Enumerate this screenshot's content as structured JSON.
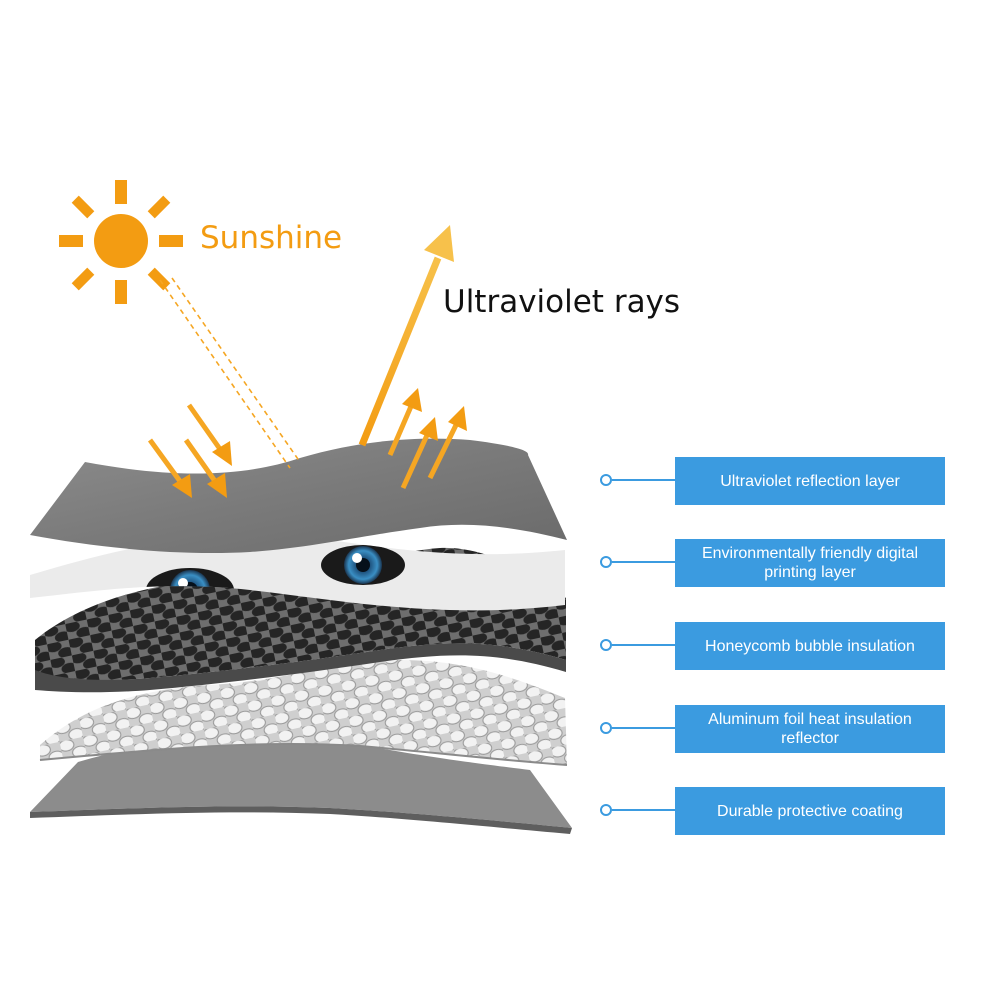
{
  "sun": {
    "label": "Sunshine",
    "color": "#f39c12"
  },
  "uv": {
    "label": "Ultraviolet rays"
  },
  "label_color": "#3b9be0",
  "layers": [
    {
      "label": "Ultraviolet reflection layer"
    },
    {
      "label": "Environmentally friendly digital printing layer"
    },
    {
      "label": "Honeycomb bubble insulation"
    },
    {
      "label": "Aluminum foil heat insulation reflector"
    },
    {
      "label": "Durable protective coating"
    }
  ]
}
